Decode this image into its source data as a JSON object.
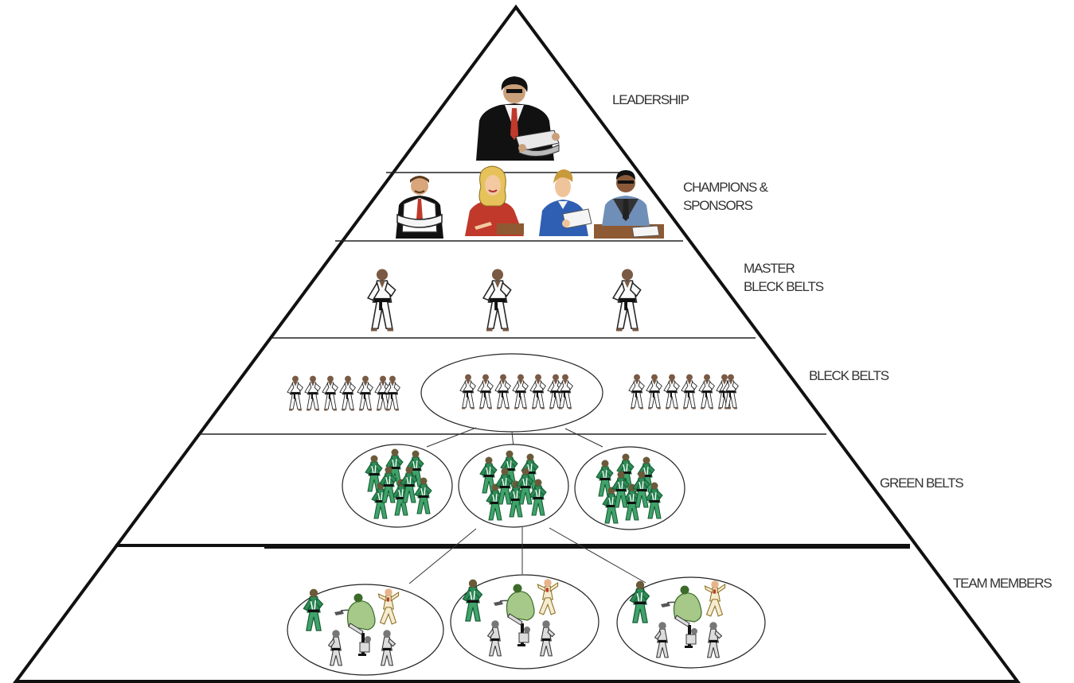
{
  "diagram": {
    "tiers": [
      {
        "id": "leadership",
        "lines": [
          "LEADERSHIP"
        ]
      },
      {
        "id": "champions",
        "lines": [
          "CHAMPIONS &",
          "SPONSORS"
        ]
      },
      {
        "id": "master",
        "lines": [
          "MASTER",
          "BLECK BELTS"
        ]
      },
      {
        "id": "black",
        "lines": [
          "BLECK BELTS"
        ]
      },
      {
        "id": "green",
        "lines": [
          "GREEN BELTS"
        ]
      },
      {
        "id": "team",
        "lines": [
          "TEAM MEMBERS"
        ]
      }
    ]
  }
}
